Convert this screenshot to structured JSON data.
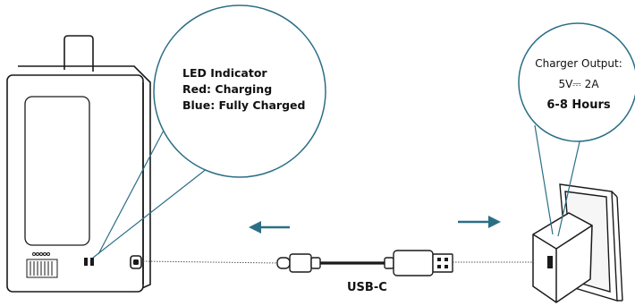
{
  "led_callout": {
    "title": "LED Indicator",
    "line_red": "Red: Charging",
    "line_blue": "Blue: Fully Charged"
  },
  "charger_callout": {
    "title": "Charger Output:",
    "spec": "5V⎓ 2A",
    "duration": "6-8 Hours"
  },
  "cable_label": "USB-C",
  "colors": {
    "callout_stroke": "#2b6f86",
    "arrow": "#2b6f86",
    "outline": "#1a1a1a",
    "panel_fill": "#f6f6f6"
  }
}
